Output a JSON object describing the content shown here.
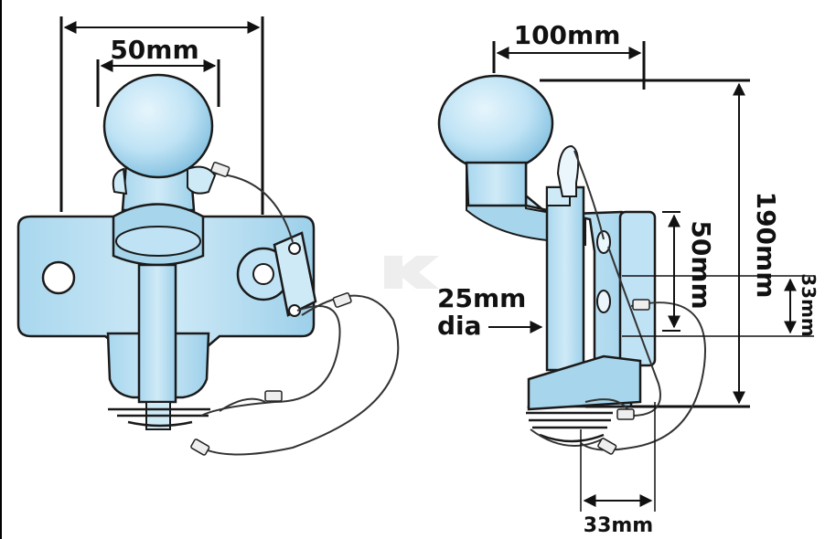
{
  "labels": {
    "front_ball_width": "50mm",
    "side_ball_offset": "100mm",
    "side_total_height": "190mm",
    "side_jaw_height": "50mm",
    "side_jaw_gap": "33mm",
    "side_bottom_width": "33mm",
    "pin_diameter_line1": "25mm",
    "pin_diameter_line2": "dia"
  },
  "colors": {
    "body_fill": "#bfe3f5",
    "body_shade": "#8fc8e6",
    "outline": "#1a1a1a",
    "dimension_line": "#111111"
  }
}
